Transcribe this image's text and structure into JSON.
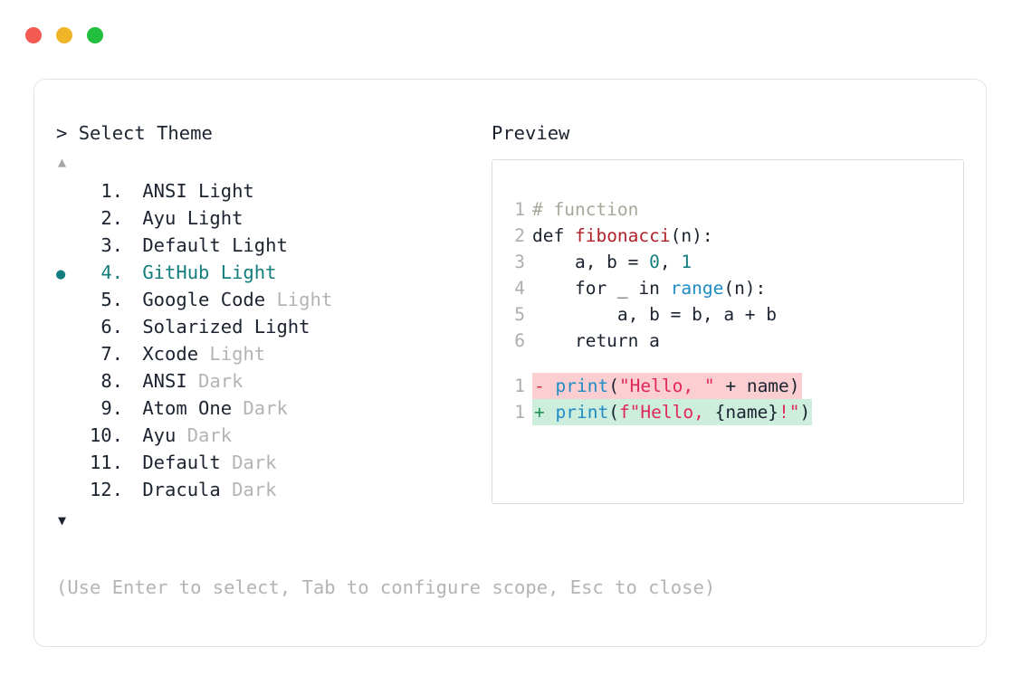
{
  "window": {
    "traffic_lights": [
      {
        "name": "close",
        "color": "#f25a52"
      },
      {
        "name": "minimize",
        "color": "#f0b429"
      },
      {
        "name": "maximize",
        "color": "#21bf3d"
      }
    ]
  },
  "prompt": {
    "marker": ">",
    "title": "Select Theme",
    "scroll_up_glyph": "▲",
    "scroll_down_glyph": "▼",
    "selected_index": 4,
    "selected_bullet": "●",
    "accent_color": "#147e7e",
    "dim_color": "#b4b4b4",
    "text_color": "#1c2330"
  },
  "themes": [
    {
      "num": "1.",
      "name": "ANSI",
      "mode": " Light",
      "dim": false,
      "selected": false
    },
    {
      "num": "2.",
      "name": "Ayu",
      "mode": " Light",
      "dim": false,
      "selected": false
    },
    {
      "num": "3.",
      "name": "Default",
      "mode": " Light",
      "dim": false,
      "selected": false
    },
    {
      "num": "4.",
      "name": "GitHub",
      "mode": " Light",
      "dim": false,
      "selected": true
    },
    {
      "num": "5.",
      "name": "Google Code",
      "mode": " Light",
      "dim": true,
      "selected": false
    },
    {
      "num": "6.",
      "name": "Solarized",
      "mode": " Light",
      "dim": false,
      "selected": false
    },
    {
      "num": "7.",
      "name": "Xcode",
      "mode": " Light",
      "dim": true,
      "selected": false
    },
    {
      "num": "8.",
      "name": "ANSI",
      "mode": " Dark",
      "dim": true,
      "selected": false
    },
    {
      "num": "9.",
      "name": "Atom One",
      "mode": " Dark",
      "dim": true,
      "selected": false
    },
    {
      "num": "10.",
      "name": "Ayu",
      "mode": " Dark",
      "dim": true,
      "selected": false
    },
    {
      "num": "11.",
      "name": "Default",
      "mode": " Dark",
      "dim": true,
      "selected": false
    },
    {
      "num": "12.",
      "name": "Dracula",
      "mode": " Dark",
      "dim": true,
      "selected": false
    }
  ],
  "hint": "(Use Enter to select, Tab to configure scope, Esc to close)",
  "preview": {
    "label": "Preview",
    "lines": [
      {
        "ln": "1",
        "tokens": [
          {
            "t": "# function",
            "c": "comment"
          }
        ]
      },
      {
        "ln": "2",
        "tokens": [
          {
            "t": "def ",
            "c": "kw"
          },
          {
            "t": "fibonacci",
            "c": "fn"
          },
          {
            "t": "(n):",
            "c": "punct"
          }
        ]
      },
      {
        "ln": "3",
        "tokens": [
          {
            "t": "    a, b = ",
            "c": "plain"
          },
          {
            "t": "0",
            "c": "num"
          },
          {
            "t": ", ",
            "c": "plain"
          },
          {
            "t": "1",
            "c": "num"
          }
        ]
      },
      {
        "ln": "4",
        "tokens": [
          {
            "t": "    for _ in ",
            "c": "plain"
          },
          {
            "t": "range",
            "c": "builtin"
          },
          {
            "t": "(n):",
            "c": "punct"
          }
        ]
      },
      {
        "ln": "5",
        "tokens": [
          {
            "t": "        a, b = b, a + b",
            "c": "plain"
          }
        ]
      },
      {
        "ln": "6",
        "tokens": [
          {
            "t": "    return a",
            "c": "plain"
          }
        ]
      }
    ],
    "diff": [
      {
        "ln": "1",
        "kind": "del",
        "sign": "-",
        "background": "#fbcfd2",
        "tokens": [
          {
            "t": "print",
            "c": "builtin"
          },
          {
            "t": "(",
            "c": "punct"
          },
          {
            "t": "\"Hello, \"",
            "c": "str"
          },
          {
            "t": " + name",
            "c": "plain"
          },
          {
            "t": ")",
            "c": "punct"
          }
        ]
      },
      {
        "ln": "1",
        "kind": "add",
        "sign": "+",
        "background": "#cdeddd",
        "tokens": [
          {
            "t": "print",
            "c": "builtin"
          },
          {
            "t": "(",
            "c": "punct"
          },
          {
            "t": "f\"Hello, ",
            "c": "str"
          },
          {
            "t": "{name}",
            "c": "plain"
          },
          {
            "t": "!\"",
            "c": "str"
          },
          {
            "t": ")",
            "c": "punct"
          }
        ]
      }
    ]
  }
}
